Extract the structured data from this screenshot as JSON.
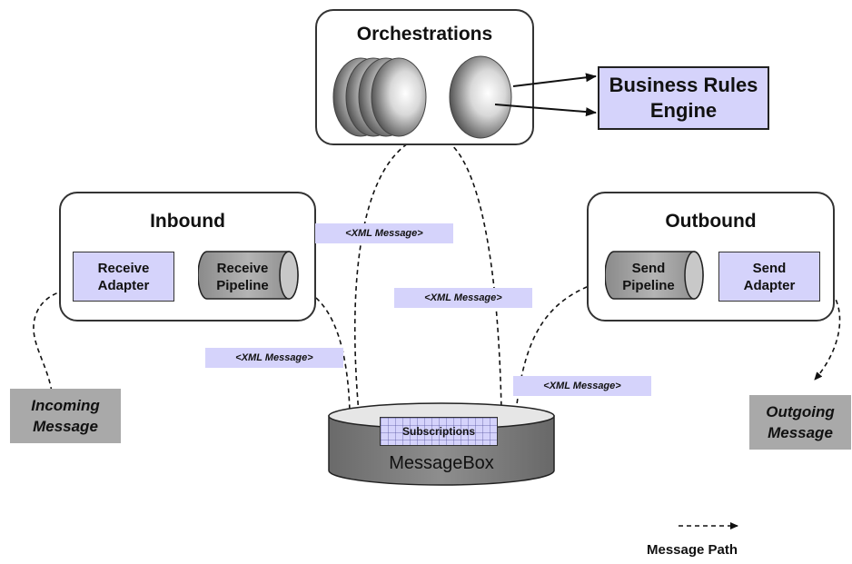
{
  "orchestrations": {
    "title": "Orchestrations"
  },
  "rules_engine": {
    "label": "Business Rules\nEngine"
  },
  "inbound": {
    "title": "Inbound",
    "adapter": "Receive\nAdapter",
    "pipeline": "Receive\nPipeline"
  },
  "outbound": {
    "title": "Outbound",
    "pipeline": "Send\nPipeline",
    "adapter": "Send\nAdapter"
  },
  "messagebox": {
    "label": "MessageBox",
    "subscriptions": "Subscriptions"
  },
  "messages": {
    "incoming": "Incoming\nMessage",
    "outgoing": "Outgoing\nMessage",
    "xml_tags": [
      "<XML Message>",
      "<XML Message>",
      "<XML Message>",
      "<XML Message>"
    ]
  },
  "legend": {
    "label": "Message Path"
  },
  "colors": {
    "accent_fill": "#d5d3fb",
    "grey_box": "#a9a9a9",
    "cylinder": "#7d7d7d"
  }
}
